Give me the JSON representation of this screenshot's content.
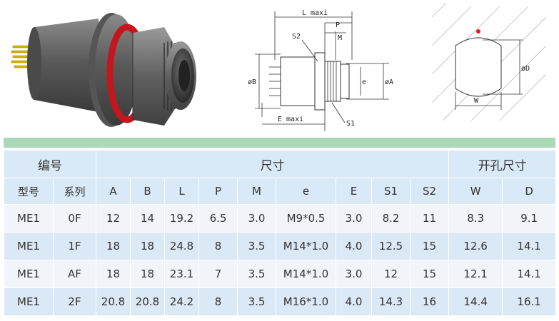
{
  "drawing_labels": {
    "L": "L maxi",
    "P": "P",
    "M": "M",
    "S2": "S2",
    "B": "øB",
    "e": "e",
    "A": "øA",
    "E": "E maxi",
    "S1": "S1",
    "D": "øD",
    "W": "W"
  },
  "colors": {
    "header_bg": "#d9e9f7",
    "row_light": "#f1f5fa",
    "row_dark": "#dbe8f5",
    "green_bar": "#a9d9b6",
    "red_dot": "#e02020"
  },
  "table": {
    "group_headers": {
      "code": "编号",
      "size": "尺寸",
      "cutout": "开孔尺寸"
    },
    "columns": [
      "型号",
      "系列",
      "A",
      "B",
      "L",
      "P",
      "M",
      "e",
      "E",
      "S1",
      "S2",
      "W",
      "D"
    ],
    "rows": [
      [
        "ME1",
        "0F",
        "12",
        "14",
        "19.2",
        "6.5",
        "3.0",
        "M9*0.5",
        "3.0",
        "8.2",
        "11",
        "8.3",
        "9.1"
      ],
      [
        "ME1",
        "1F",
        "18",
        "18",
        "24.8",
        "8",
        "3.5",
        "M14*1.0",
        "4.0",
        "12.5",
        "15",
        "12.6",
        "14.1"
      ],
      [
        "ME1",
        "AF",
        "18",
        "18",
        "23.1",
        "7",
        "3.5",
        "M14*1.0",
        "3.0",
        "12",
        "15",
        "12.1",
        "14.1"
      ],
      [
        "ME1",
        "2F",
        "20.8",
        "20.8",
        "24.2",
        "8",
        "3.5",
        "M16*1.0",
        "4.0",
        "14.3",
        "16",
        "14.4",
        "16.1"
      ]
    ]
  }
}
